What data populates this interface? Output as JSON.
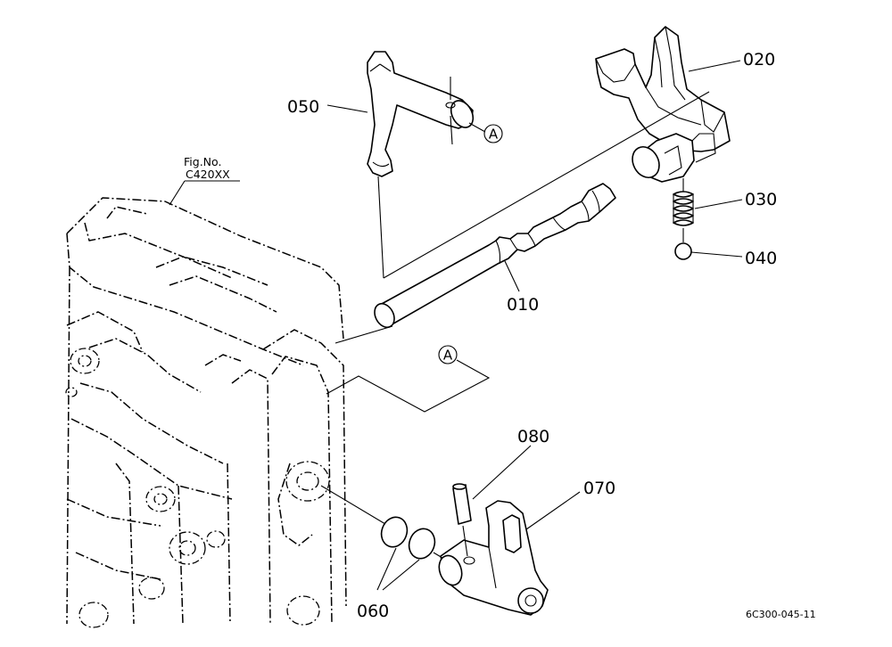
{
  "figure_reference": {
    "line1": "Fig.No.",
    "line2": "C420XX"
  },
  "callout_letter": "A",
  "parts": [
    {
      "number": "010"
    },
    {
      "number": "020"
    },
    {
      "number": "030"
    },
    {
      "number": "040"
    },
    {
      "number": "050"
    },
    {
      "number": "060"
    },
    {
      "number": "070"
    },
    {
      "number": "080"
    }
  ],
  "drawing_code": "6C300-045-11"
}
